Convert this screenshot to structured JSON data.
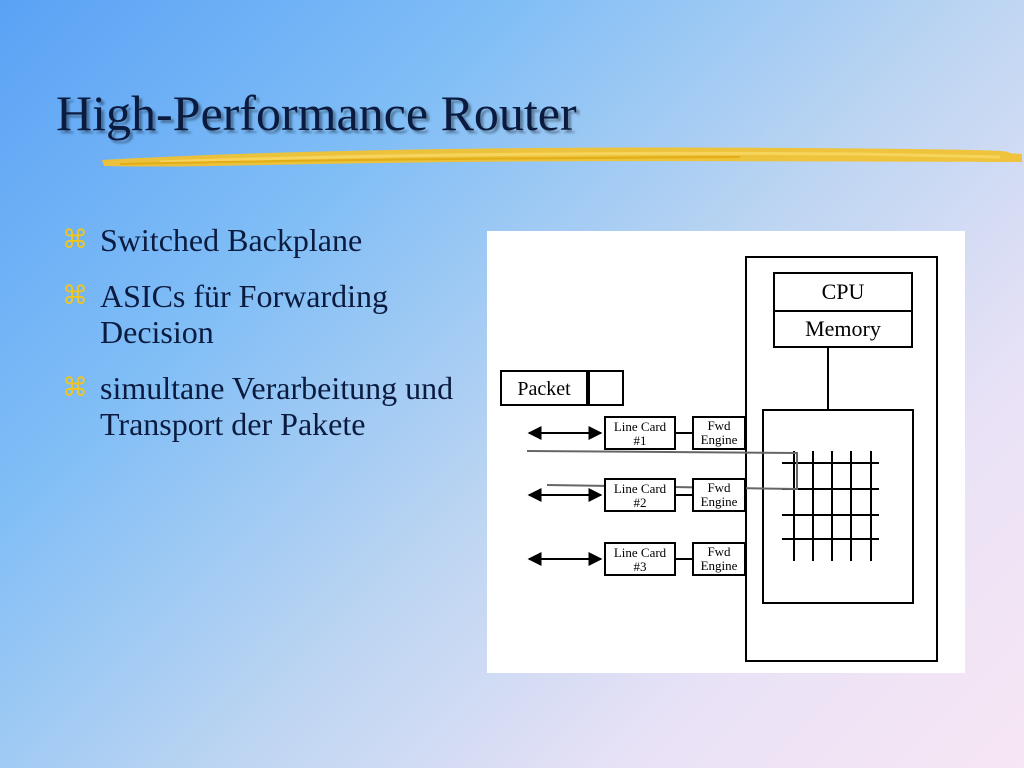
{
  "slide": {
    "title": "High-Performance Router",
    "bullets": [
      {
        "icon": "command-key-icon",
        "text": "Switched Backplane"
      },
      {
        "icon": "command-key-icon",
        "text": "ASICs für Forwarding Decision"
      },
      {
        "icon": "command-key-icon",
        "text": "simultane Verarbeitung und Transport der Pakete"
      }
    ],
    "colors": {
      "accent": "#f0c520",
      "text": "#0b1b3f",
      "brush": "#f1c232"
    }
  },
  "diagram": {
    "cpu": "CPU",
    "memory": "Memory",
    "packet": "Packet",
    "line_cards": [
      {
        "label": "Line Card",
        "num": "#1"
      },
      {
        "label": "Line Card",
        "num": "#2"
      },
      {
        "label": "Line Card",
        "num": "#3"
      }
    ],
    "fwd_engines": [
      {
        "line1": "Fwd",
        "line2": "Engine"
      },
      {
        "line1": "Fwd",
        "line2": "Engine"
      },
      {
        "line1": "Fwd",
        "line2": "Engine"
      }
    ]
  }
}
